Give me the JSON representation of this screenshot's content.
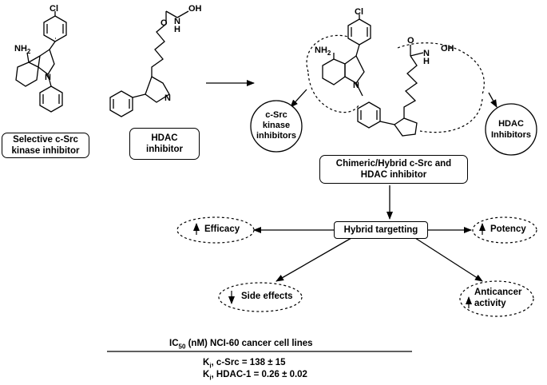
{
  "structures": {
    "c_src": {
      "substituents": {
        "cl": "Cl",
        "nh2": "NH",
        "nh2_sub": "2",
        "n": "N"
      },
      "caption_lines": [
        "Selective c-Src",
        "kinase inhibitor"
      ]
    },
    "hdac": {
      "substituents": {
        "oh": "OH",
        "nh": "N",
        "h": "H",
        "o": "O",
        "n": "N"
      },
      "caption_lines": [
        "HDAC",
        "inhibitor"
      ]
    },
    "hybrid": {
      "substituents": {
        "cl": "Cl",
        "nh2": "NH",
        "nh2_sub": "2",
        "oh": "OH",
        "nh": "N",
        "h": "H",
        "o": "O",
        "n": "N"
      },
      "caption_lines": [
        "Chimeric/Hybrid c-Src and",
        "HDAC inhibitor"
      ]
    }
  },
  "circles": {
    "c_src": [
      "c-Src",
      "kinase",
      "inhibitors"
    ],
    "hdac": [
      "HDAC",
      "Inhibitors"
    ]
  },
  "hub": "Hybrid targetting",
  "outcomes": {
    "efficacy": "Efficacy",
    "potency": "Potency",
    "side_effects": "Side effects",
    "anticancer": [
      "Anticancer",
      "activity"
    ]
  },
  "table": {
    "header_ic": "IC",
    "header_sub": "50",
    "header_rest": " (nM)  NCI-60 cancer cell lines",
    "rows": [
      {
        "k": "K",
        "ksub": "i",
        "text": ", c-Src = 138 ± 15"
      },
      {
        "k": "K",
        "ksub": "i",
        "text": ", HDAC-1 = 0.26 ± 0.02"
      }
    ]
  },
  "colors": {
    "ink": "#000000",
    "background": "#ffffff"
  }
}
